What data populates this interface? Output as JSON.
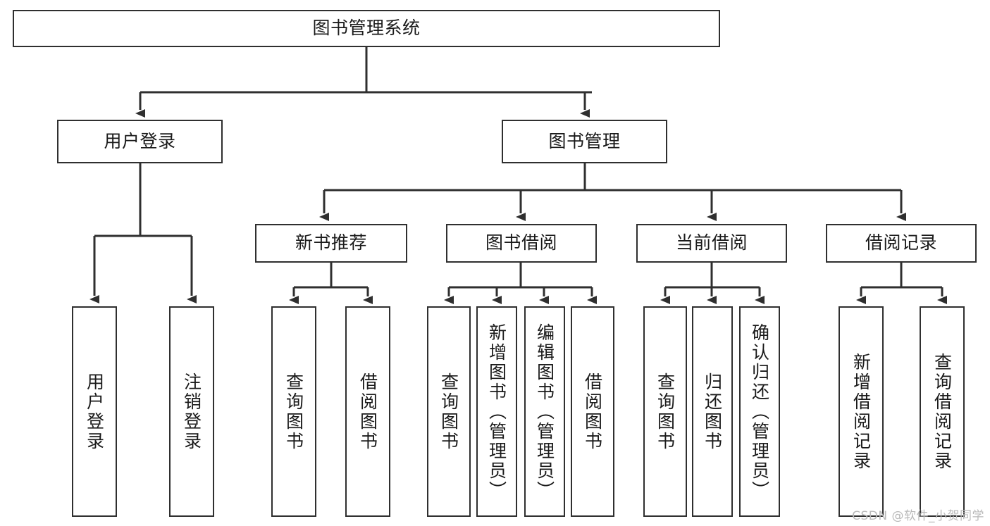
{
  "diagram": {
    "title": "图书管理系统",
    "type": "功能结构图",
    "root": {
      "id": "root",
      "label": "图书管理系统"
    },
    "level2": [
      {
        "id": "user-login",
        "label": "用户登录"
      },
      {
        "id": "book-manage",
        "label": "图书管理"
      }
    ],
    "level3": [
      {
        "id": "new-book-recommend",
        "label": "新书推荐",
        "parent": "book-manage"
      },
      {
        "id": "book-borrow",
        "label": "图书借阅",
        "parent": "book-manage"
      },
      {
        "id": "current-borrow",
        "label": "当前借阅",
        "parent": "book-manage"
      },
      {
        "id": "borrow-record",
        "label": "借阅记录",
        "parent": "book-manage"
      }
    ],
    "leaves": [
      {
        "id": "leaf-user-login",
        "label": "用户登录",
        "parent": "user-login"
      },
      {
        "id": "leaf-user-logout",
        "label": "注销登录",
        "parent": "user-login"
      },
      {
        "id": "leaf-query-book-1",
        "label": "查询图书",
        "parent": "new-book-recommend"
      },
      {
        "id": "leaf-borrow-book-1",
        "label": "借阅图书",
        "parent": "new-book-recommend"
      },
      {
        "id": "leaf-query-book-2",
        "label": "查询图书",
        "parent": "book-borrow"
      },
      {
        "id": "leaf-add-book",
        "label": "新增图书（管理员）",
        "parent": "book-borrow"
      },
      {
        "id": "leaf-edit-book",
        "label": "编辑图书（管理员）",
        "parent": "book-borrow"
      },
      {
        "id": "leaf-borrow-book-2",
        "label": "借阅图书",
        "parent": "book-borrow"
      },
      {
        "id": "leaf-query-book-3",
        "label": "查询图书",
        "parent": "current-borrow"
      },
      {
        "id": "leaf-return-book",
        "label": "归还图书",
        "parent": "current-borrow"
      },
      {
        "id": "leaf-confirm-return",
        "label": "确认归还（管理员）",
        "parent": "current-borrow"
      },
      {
        "id": "leaf-add-record",
        "label": "新增借阅记录",
        "parent": "borrow-record"
      },
      {
        "id": "leaf-query-record",
        "label": "查询借阅记录",
        "parent": "borrow-record"
      }
    ]
  },
  "watermark": {
    "text": "CSDN @软件_小贺同学"
  },
  "colors": {
    "stroke": "#2f2f2f",
    "fill": "#ffffff",
    "text": "#1a1a1a",
    "watermark": "#b9b9b9"
  }
}
